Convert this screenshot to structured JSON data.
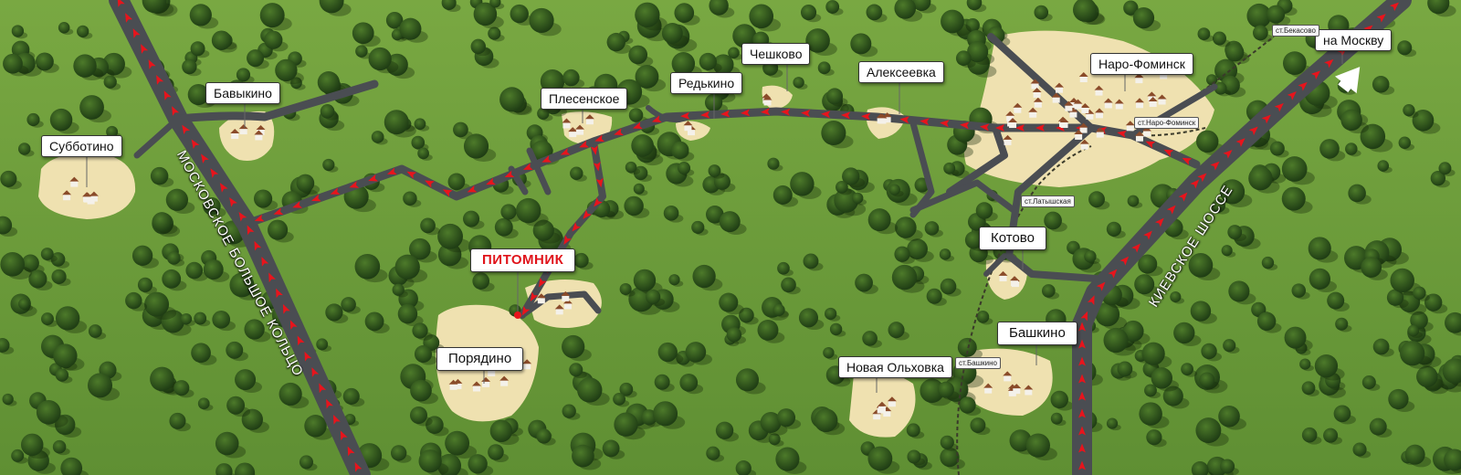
{
  "map": {
    "roads": {
      "mbk": "МОСКОВСКОЕ БОЛЬШОЕ КОЛЬЦО",
      "kiev": "КИЕВСКОЕ ШОССЕ"
    },
    "places": {
      "subbotino": "Субботино",
      "bavykino": "Бавыкино",
      "plesenskoe": "Плесенское",
      "redkino": "Редькино",
      "cheshkovo": "Чешково",
      "alekseevka": "Алексеевка",
      "naro_fominsk": "Наро-Фоминск",
      "to_moscow": "на Москву",
      "nursery": "ПИТОМНИК",
      "poryadino": "Порядино",
      "kotovo": "Котово",
      "bashkino": "Башкино",
      "novaya_olkhovka": "Новая Ольховка"
    },
    "stations": {
      "bekasovo": "ст.Бекасово",
      "naro_fominsk": "ст.Наро-Фоминск",
      "latyshskaya": "ст.Латышская",
      "bashkino": "ст.Башкино"
    },
    "colors": {
      "grass": "#6b9a3a",
      "road": "#4a4d52",
      "route_arrow": "#e8141c",
      "settlement": "#efe1b0",
      "nursery_label": "#e0141b"
    }
  }
}
